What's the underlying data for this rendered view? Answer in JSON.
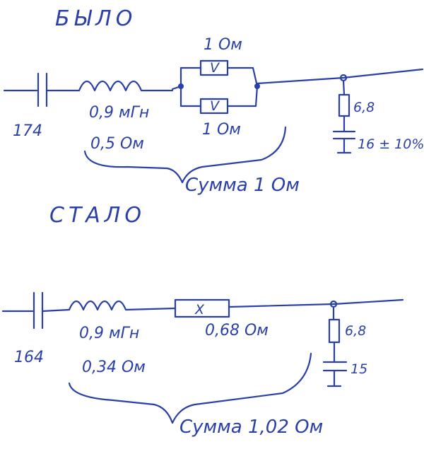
{
  "before": {
    "heading": "БЫЛО",
    "capacitor": "174",
    "inductor_value": "0,9 мГн",
    "inductor_resistance": "0,5 Ом",
    "resistor_top": "1 Ом",
    "resistor_bottom": "1 Ом",
    "resistor_mark": "V",
    "shunt_resistor": "6,8",
    "shunt_capacitor": "16 ± 10%",
    "sum": "Сумма 1 Ом"
  },
  "after": {
    "heading": "СТАЛО",
    "capacitor": "164",
    "inductor_value": "0,9 мГн",
    "inductor_resistance": "0,34 Ом",
    "resistor": "0,68 Ом",
    "resistor_mark": "X",
    "shunt_resistor": "6,8",
    "shunt_capacitor": "15",
    "sum": "Сумма 1,02 Ом"
  }
}
